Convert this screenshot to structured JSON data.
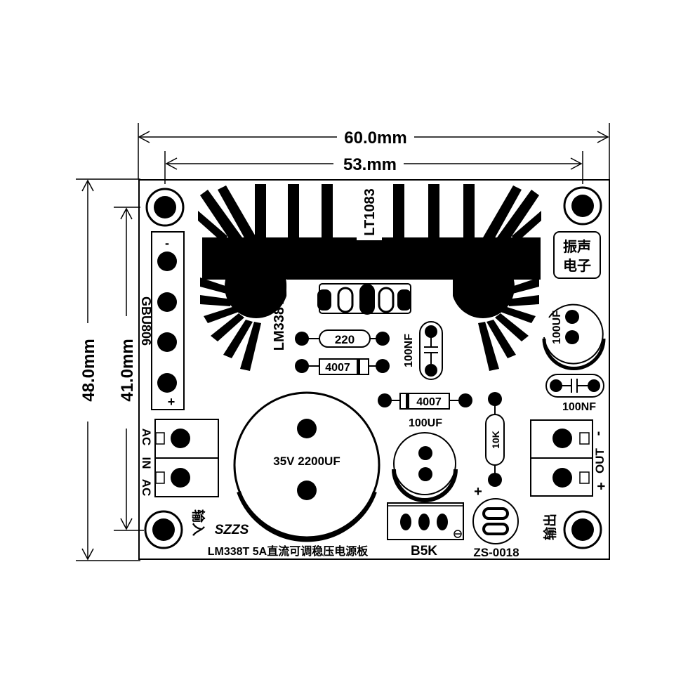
{
  "dimensions": {
    "width_label": "60.0mm",
    "hole_span_label": "53.mm",
    "height_label": "48.0mm",
    "hole_height_label": "41.0mm"
  },
  "heatsink": {
    "top_label": "LT1083",
    "side_label": "LM338T"
  },
  "components": {
    "rectifier_label": "GBU806",
    "rectifier_minus": "-",
    "rectifier_plus": "+",
    "resistor_220": "220",
    "diode_1": "4007",
    "diode_2": "4007",
    "cap_100nf_a": "100NF",
    "cap_100nf_b": "100NF",
    "cap_100uf_a": "100UF",
    "cap_100uf_b": "100UF",
    "big_cap": "35V 2200UF",
    "resistor_10k": "10K",
    "pot_label": "B5K",
    "module_label": "ZS-0018",
    "brand_cn_1": "振声",
    "brand_cn_2": "电子"
  },
  "terminals": {
    "input_ac_top": "AC",
    "input_in": "IN",
    "input_ac_bottom": "AC",
    "input_cn": "输入",
    "output_minus": "-",
    "output_out": "OUT",
    "output_plus": "+",
    "output_cn": "输出",
    "pot_plus": "+"
  },
  "footer": {
    "brand": "SZZS",
    "board_title": "LM338T 5A直流可调稳压电源板"
  }
}
